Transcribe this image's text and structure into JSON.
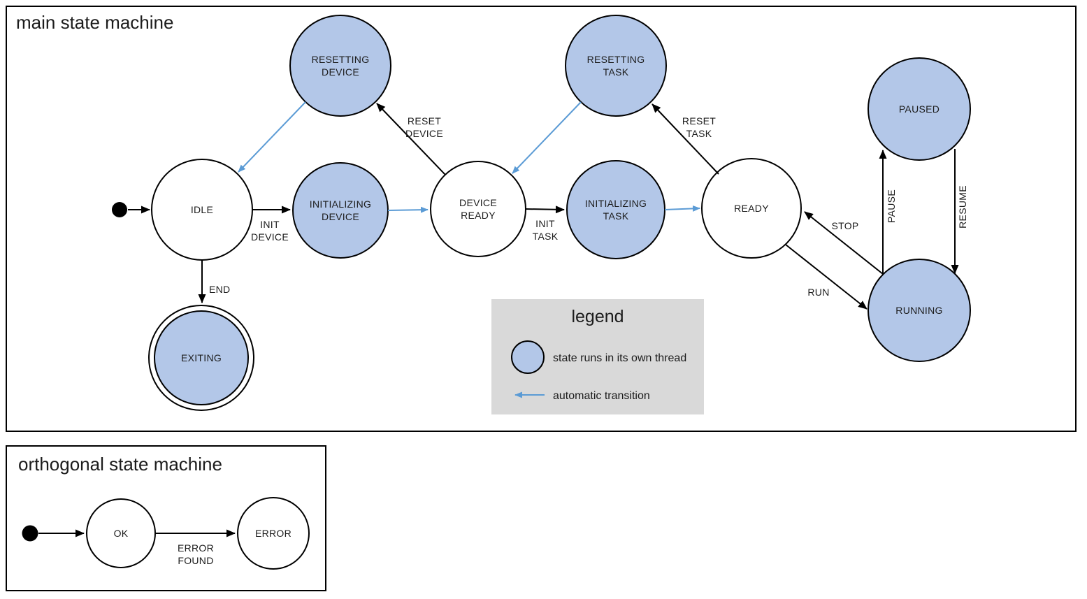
{
  "colors": {
    "threaded_state_fill": "#b3c7e8",
    "state_stroke": "#000000",
    "auto_transition_blue": "#5b9bd5",
    "legend_background": "#d9d9d9"
  },
  "main": {
    "title": "main state machine",
    "states": {
      "idle": {
        "line1": "IDLE"
      },
      "resetting_device": {
        "line1": "RESETTING",
        "line2": "DEVICE"
      },
      "initializing_device": {
        "line1": "INITIALIZING",
        "line2": "DEVICE"
      },
      "device_ready": {
        "line1": "DEVICE",
        "line2": "READY"
      },
      "resetting_task": {
        "line1": "RESETTING",
        "line2": "TASK"
      },
      "initializing_task": {
        "line1": "INITIALIZING",
        "line2": "TASK"
      },
      "ready": {
        "line1": "READY"
      },
      "paused": {
        "line1": "PAUSED"
      },
      "running": {
        "line1": "RUNNING"
      },
      "exiting": {
        "line1": "EXITING"
      }
    },
    "transitions": {
      "init_device": {
        "line1": "INIT",
        "line2": "DEVICE"
      },
      "reset_device": {
        "line1": "RESET",
        "line2": "DEVICE"
      },
      "init_task": {
        "line1": "INIT",
        "line2": "TASK"
      },
      "reset_task": {
        "line1": "RESET",
        "line2": "TASK"
      },
      "stop": {
        "line1": "STOP"
      },
      "run": {
        "line1": "RUN"
      },
      "pause": {
        "line1": "PAUSE"
      },
      "resume": {
        "line1": "RESUME"
      },
      "end": {
        "line1": "END"
      }
    },
    "legend": {
      "title": "legend",
      "thread_label": "state runs in its own thread",
      "auto_label": "automatic transition"
    }
  },
  "orthogonal": {
    "title": "orthogonal state machine",
    "states": {
      "ok": {
        "line1": "OK"
      },
      "error": {
        "line1": "ERROR"
      }
    },
    "transitions": {
      "error_found": {
        "line1": "ERROR",
        "line2": "FOUND"
      }
    }
  }
}
